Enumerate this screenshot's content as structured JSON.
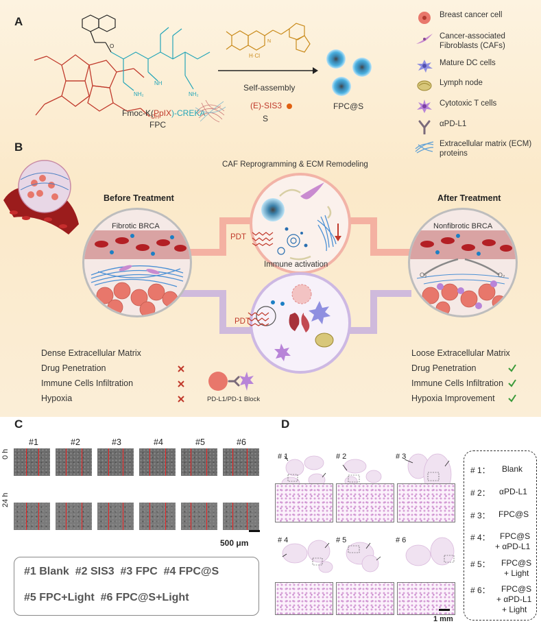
{
  "panels": {
    "a": "A",
    "b": "B",
    "c": "C",
    "d": "D"
  },
  "panelA": {
    "fpc_name_prefix": "Fmoc-K(",
    "fpc_name_mid": "PpIX",
    "fpc_name_suffix": ")-CREKA",
    "fpc_short": "FPC",
    "sis3_name": "(E)-SIS3",
    "sis3_short": "S",
    "hcl": "H·Cl",
    "arrow_label": "Self-assembly",
    "product": "FPC@S",
    "atoms": {
      "oh": "OH",
      "nh2": "NH₂",
      "nh": "NH",
      "n": "N",
      "o": "O"
    }
  },
  "legend": [
    {
      "icon": "breast-cancer-cell-icon",
      "label": "Breast cancer cell",
      "color": "#e8776b"
    },
    {
      "icon": "caf-icon",
      "label": "Cancer-associated Fibroblasts (CAFs)",
      "color": "#c98bd0"
    },
    {
      "icon": "dc-cell-icon",
      "label": "Mature DC cells",
      "color": "#8f8fe0"
    },
    {
      "icon": "lymph-node-icon",
      "label": "Lymph node",
      "color": "#c9b35a"
    },
    {
      "icon": "t-cell-icon",
      "label": "Cytotoxic T cells",
      "color": "#b884d8"
    },
    {
      "icon": "antibody-icon",
      "label": "αPD-L1",
      "color": "#7a6a7a"
    },
    {
      "icon": "ecm-icon",
      "label": "Extracellular matrix (ECM) proteins",
      "color": "#5c9fd6"
    }
  ],
  "panelB": {
    "before_title": "Before Treatment",
    "after_title": "After Treatment",
    "fibrotic": "Fibrotic BRCA",
    "nonfibrotic": "Nonfibrotic BRCA",
    "caf_title": "CAF Reprogramming & ECM Remodeling",
    "immune_title": "Immune activation",
    "pdt": "PDT",
    "block": "PD-L1/PD-1 Block",
    "o2": "O₂",
    "left_heading": "Dense Extracellular Matrix",
    "left_items": [
      "Drug Penetration",
      "Immune Cells Infiltration",
      "Hypoxia"
    ],
    "right_heading": "Loose Extracellular Matrix",
    "right_items": [
      "Drug Penetration",
      "Immune Cells Infiltration",
      "Hypoxia Improvement"
    ]
  },
  "panelC": {
    "columns": [
      "#1",
      "#2",
      "#3",
      "#4",
      "#5",
      "#6"
    ],
    "rows": [
      "0 h",
      "24 h"
    ],
    "scale": "500 μm",
    "legend_line1": "#1 Blank  #2 SIS3  #3 FPC  #4 FPC@S",
    "legend_line2": "#5 FPC+Light  #6 FPC@S+Light"
  },
  "panelD": {
    "labels": [
      "# 1",
      "# 2",
      "# 3",
      "# 4",
      "# 5",
      "# 6"
    ],
    "scale": "1 mm",
    "legend": [
      {
        "id": "# 1：",
        "text": [
          "Blank"
        ]
      },
      {
        "id": "# 2：",
        "text": [
          "αPD-L1"
        ]
      },
      {
        "id": "# 3：",
        "text": [
          "FPC@S"
        ]
      },
      {
        "id": "# 4：",
        "text": [
          "FPC@S",
          "+ αPD-L1"
        ]
      },
      {
        "id": "# 5：",
        "text": [
          "FPC@S",
          "+ Light"
        ]
      },
      {
        "id": "# 6：",
        "text": [
          "FPC@S",
          "+ αPD-L1",
          "+ Light"
        ]
      }
    ]
  }
}
